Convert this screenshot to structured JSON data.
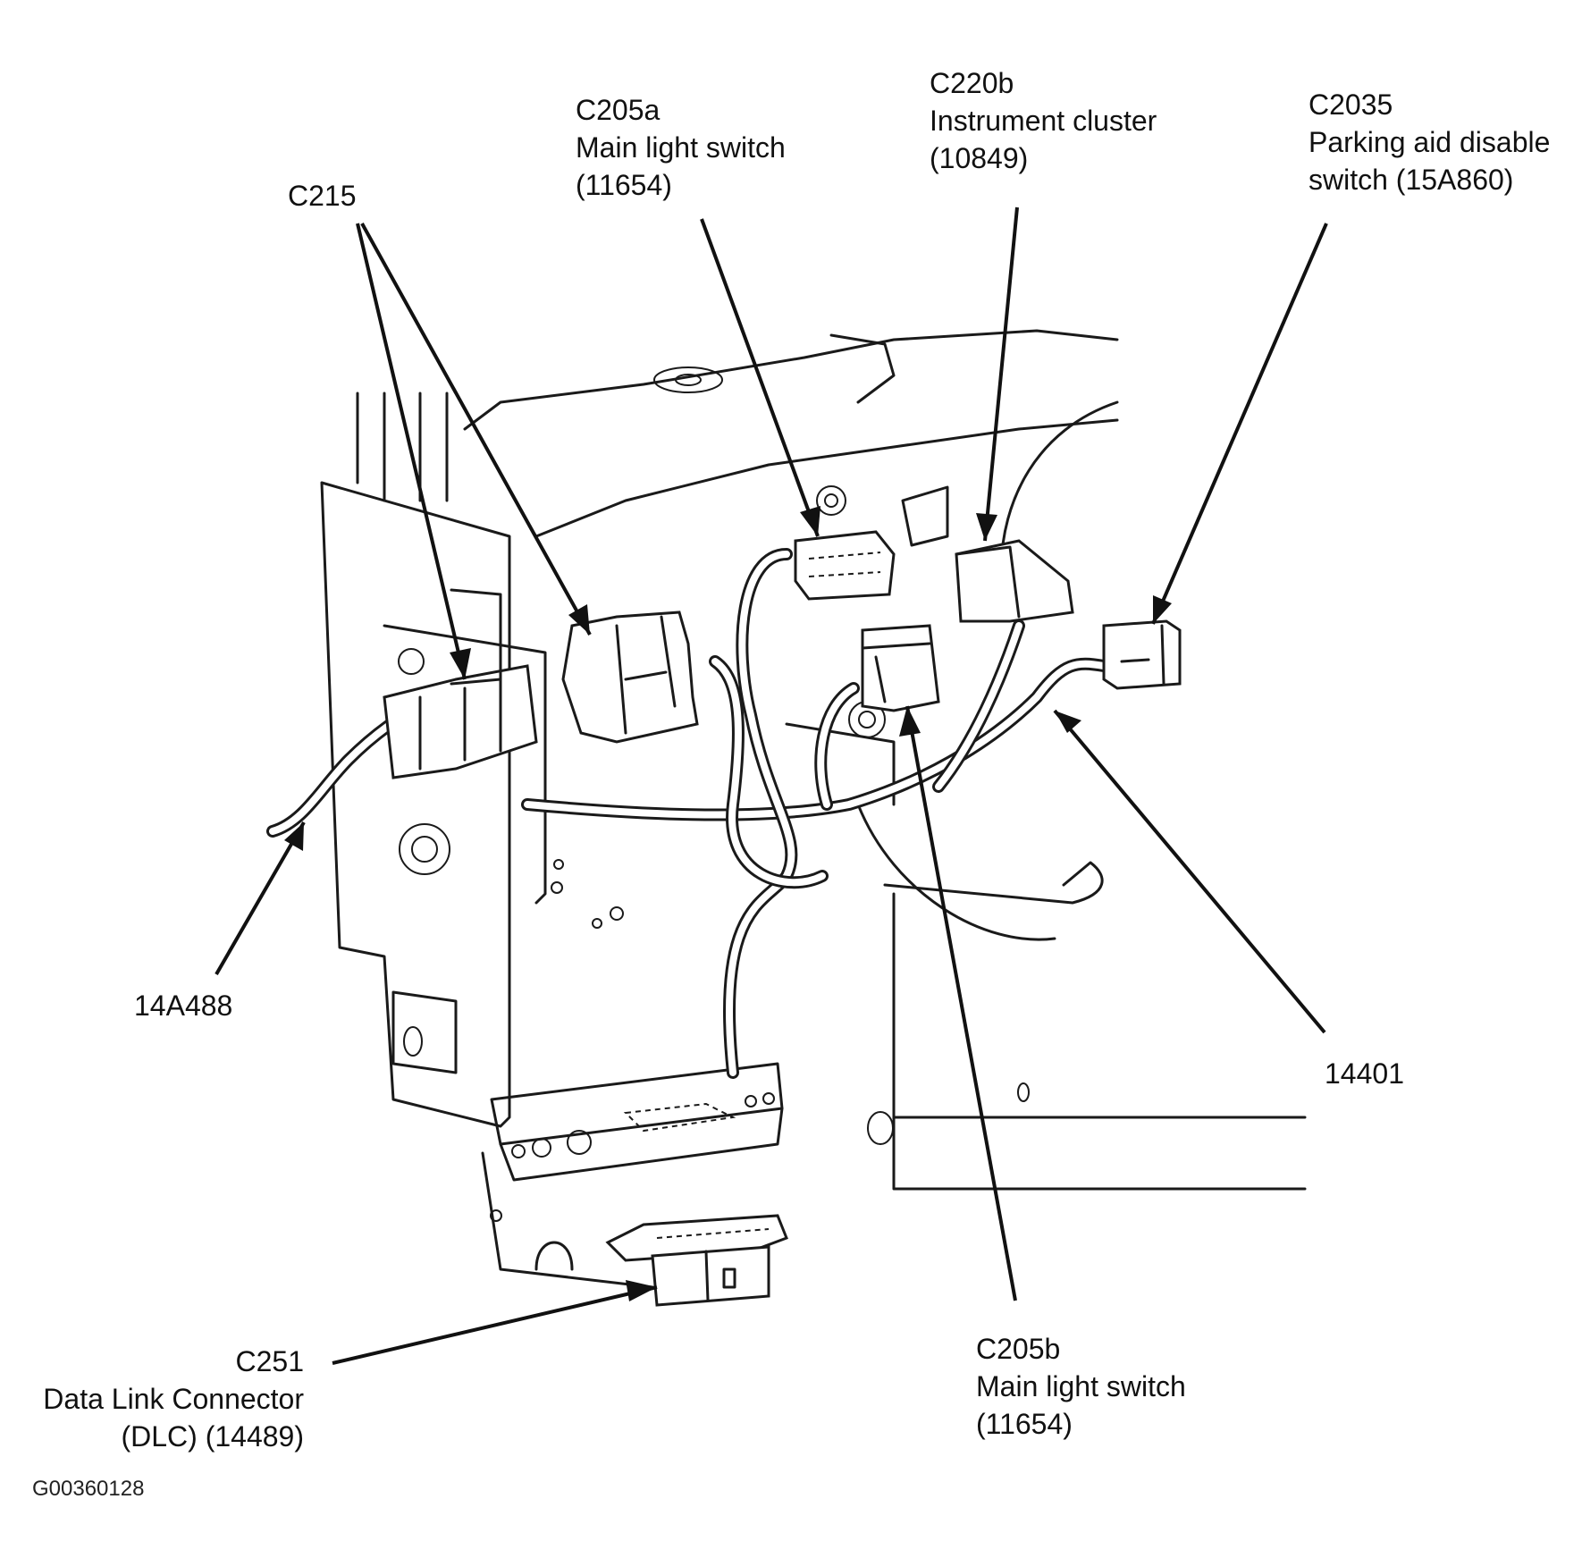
{
  "figure_id": "G00360128",
  "callouts": [
    {
      "id": "c215",
      "lines": [
        "C215"
      ]
    },
    {
      "id": "c205a",
      "lines": [
        "C205a",
        "Main light switch",
        "(11654)"
      ]
    },
    {
      "id": "c220b",
      "lines": [
        "C220b",
        "Instrument cluster",
        "(10849)"
      ]
    },
    {
      "id": "c2035",
      "lines": [
        "C2035",
        "Parking aid disable",
        "switch (15A860)"
      ]
    },
    {
      "id": "p14a488",
      "lines": [
        "14A488"
      ]
    },
    {
      "id": "p14401",
      "lines": [
        "14401"
      ]
    },
    {
      "id": "c251",
      "lines": [
        "C251",
        "Data Link Connector",
        "(DLC) (14489)"
      ]
    },
    {
      "id": "c205b",
      "lines": [
        "C205b",
        "Main light switch",
        "(11654)"
      ]
    }
  ]
}
